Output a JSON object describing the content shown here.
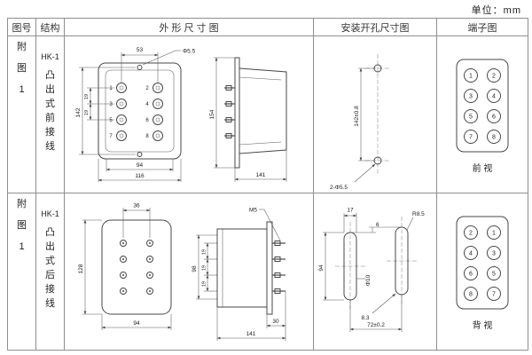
{
  "page": {
    "unit": "单位：mm"
  },
  "headers": {
    "fig": "图号",
    "structure": "结构",
    "outline": "外 形 尺 寸 图",
    "mounting": "安装开孔尺寸图",
    "terminal": "端子图"
  },
  "rows": [
    {
      "fig": "附图1",
      "model": "HK-1",
      "structure": "凸出式前接线",
      "outline": {
        "top_span": "53",
        "hole": "Φ5.5",
        "hole_span": "142",
        "pitch_a": "19",
        "pitch_b": "19",
        "stud_span": "94",
        "width": "116",
        "side_height": "154",
        "side_depth": "141",
        "studs": [
          "1",
          "2",
          "3",
          "4",
          "5",
          "6",
          "7",
          "8"
        ]
      },
      "mounting": {
        "span": "142±0.8",
        "holes": "2-Φ5.5"
      },
      "terminals": [
        [
          "1",
          "2"
        ],
        [
          "3",
          "4"
        ],
        [
          "5",
          "6"
        ],
        [
          "7",
          "8"
        ]
      ],
      "view": "前 视"
    },
    {
      "fig": "附图1",
      "model": "HK-1",
      "structure": "凸出式后接线",
      "outline": {
        "top_span": "36",
        "thread": "M5",
        "height": "128",
        "width": "94",
        "stud_region": "98",
        "pitch_a": "19",
        "pitch_b": "19",
        "pitch_c": "19",
        "stud_len": "30",
        "side_depth": "141"
      },
      "mounting": {
        "slot_width": "17",
        "offset": "6",
        "radius": "R8.5",
        "slot_span": "94",
        "slot_dia": "Φ10",
        "corner": "8.3",
        "span": "72±0.2"
      },
      "terminals": [
        [
          "2",
          "1"
        ],
        [
          "4",
          "3"
        ],
        [
          "6",
          "5"
        ],
        [
          "8",
          "7"
        ]
      ],
      "view": "背 视"
    }
  ]
}
